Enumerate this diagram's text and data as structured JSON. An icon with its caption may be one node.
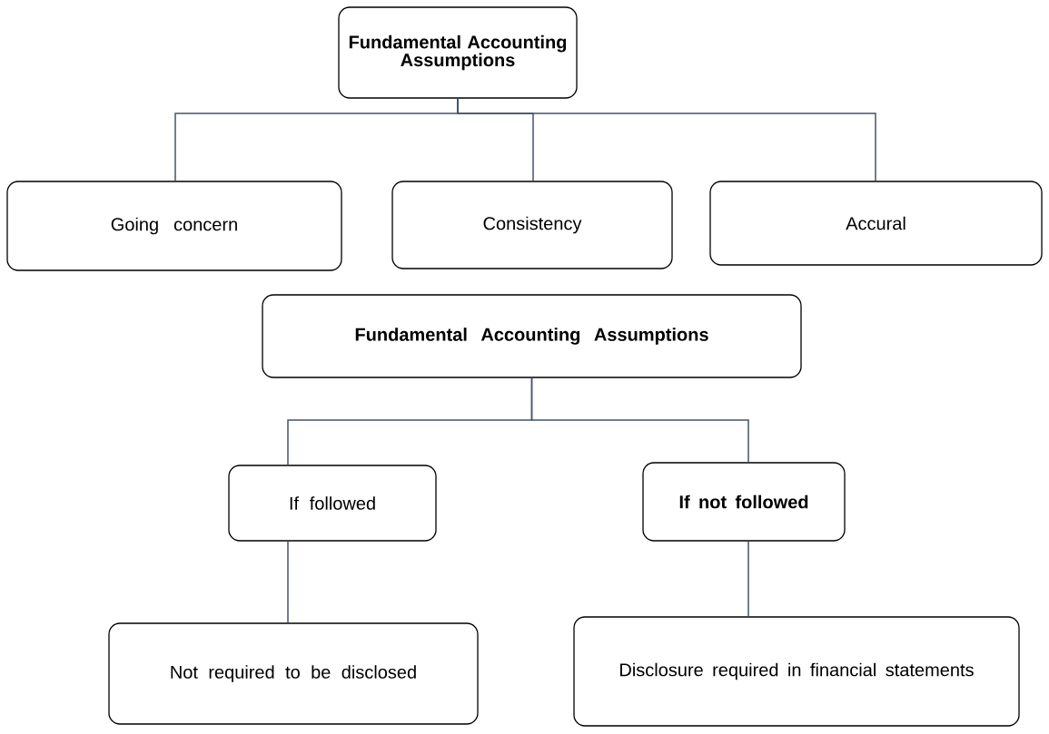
{
  "diagram": {
    "nodes": [
      {
        "text": [
          "Fundamental Accounting Assumptions"
        ]
      },
      {
        "text": [
          "Going concern"
        ]
      },
      {
        "text": [
          "Consistency"
        ]
      },
      {
        "text": [
          "Accural"
        ]
      },
      {
        "text": [
          "Fundamental Accounting Assumptions"
        ]
      },
      {
        "text": [
          "If followed"
        ]
      },
      {
        "text": [
          "If not followed"
        ]
      },
      {
        "text": [
          "Not required to be disclosed"
        ]
      },
      {
        "text": [
          "Disclosure required in financial statements"
        ]
      }
    ],
    "edges": [
      {
        "from": 0,
        "to": 1,
        "arrow": "none"
      },
      {
        "from": 0,
        "to": 2,
        "arrow": "none"
      },
      {
        "from": 0,
        "to": 3,
        "arrow": "none"
      },
      {
        "from": 4,
        "to": 5,
        "arrow": "none"
      },
      {
        "from": 4,
        "to": 6,
        "arrow": "none"
      },
      {
        "from": 5,
        "to": 7,
        "arrow": "none"
      },
      {
        "from": 6,
        "to": 8,
        "arrow": "none"
      }
    ]
  }
}
